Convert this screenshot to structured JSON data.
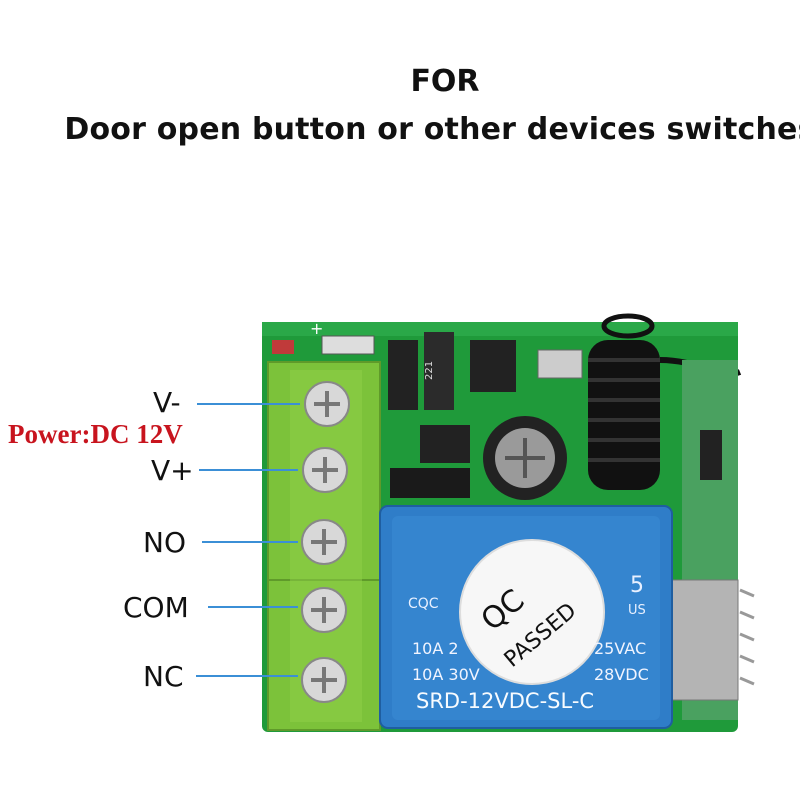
{
  "header": {
    "line1": "FOR",
    "line2": "Door open button or other devices switches"
  },
  "power_label": "Power:DC 12V",
  "terminals": [
    "V-",
    "V+",
    "NO",
    "COM",
    "NC"
  ],
  "relay": {
    "badge_top": "QC",
    "badge_bottom": "PASSED",
    "brand": "CQC",
    "rating_5": "5",
    "us_mark": "US",
    "spec_row1_left": "10A 2",
    "spec_row1_right": "25VAC",
    "spec_row2_left": "10A 30V",
    "spec_row2_right": "28VDC",
    "model": "SRD-12VDC-SL-C"
  },
  "pcb_marks": {
    "resistor_code": "221",
    "plus_mark": "+"
  },
  "colors": {
    "pcb_green": "#1f9a3a",
    "terminal_green": "#7cc23a",
    "relay_blue": "#2f7dc8",
    "power_red": "#c8141e",
    "leader_blue": "#3b8fd6"
  }
}
